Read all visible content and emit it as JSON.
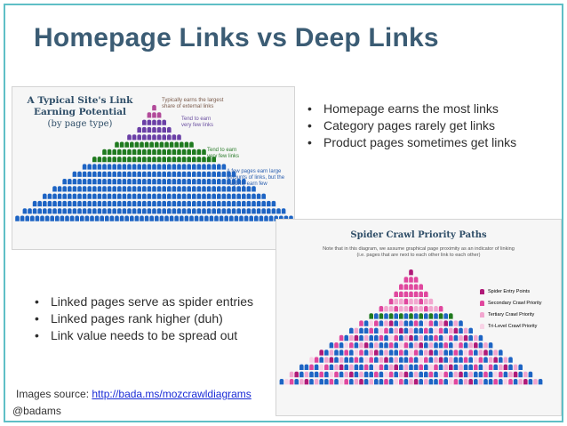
{
  "slide": {
    "title": "Homepage Links vs Deep Links",
    "bullets_top": [
      "Homepage earns the most links",
      "Category pages rarely get links",
      "Product pages sometimes get links"
    ],
    "bullets_left": [
      "Linked pages serve as spider entries",
      "Linked pages rank higher (duh)",
      "Link value needs to be spread out"
    ],
    "source_label": "Images source: ",
    "source_link": "http://bada.ms/mozcrawldiagrams",
    "handle": "@badams"
  },
  "diagram1": {
    "title": "A Typical Site's Link Earning Potential",
    "subtitle": "(by page type)",
    "annotations": [
      "Typically earns the largest\nshare of external links",
      "Tend to earn\nvery few links",
      "Tend to earn\nvery few links",
      "A few pages earn large\namounts of links, but the\nmajority earn few"
    ],
    "colors": {
      "homepage": "#b24a9a",
      "category": "#6a3fa6",
      "subcategory": "#1f7a1f",
      "product": "#1d64c4"
    }
  },
  "diagram2": {
    "title": "Spider Crawl Priority Paths",
    "note": "Note that in this diagram, we assume graphical page proximity as an indicator of linking\n(i.e. pages that are next to each other link to each other)",
    "legend": [
      {
        "label": "Spider Entry Points",
        "color": "#b01a78"
      },
      {
        "label": "Secondary Crawl Priority",
        "color": "#e0479e"
      },
      {
        "label": "Tertiary Crawl Priority",
        "color": "#f2a6cf"
      },
      {
        "label": "Tri-Level Crawl Priority",
        "color": "#f8d3e6"
      }
    ],
    "base_colors": {
      "product": "#1d64c4",
      "category": "#1f7a1f"
    }
  }
}
